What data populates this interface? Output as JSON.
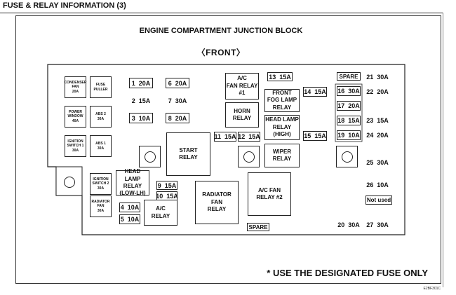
{
  "header": {
    "title": "FUSE & RELAY INFORMATION (3)"
  },
  "diagram": {
    "block_title": "ENGINE COMPARTMENT JUNCTION BLOCK",
    "front_label": "〈FRONT〉",
    "small_labels": {
      "condenser_fan": "CONDENSER\nFAN\n20A",
      "fuse_puller": "FUSE\nPULLER",
      "power_window": "POWER\nWINDOW\n40A",
      "abs2": "ABS 2\n30A",
      "ignition_switch1": "IGNITION\nSWITCH 1\n30A",
      "abs1": "ABS 1\n30A",
      "ignition_switch2": "IGNITION\nSWITCH 2\n30A",
      "radiator_fan_fuse": "RADIATOR\nFAN\n30A"
    },
    "relays": {
      "ac_fan_relay1": "A/C\nFAN RELAY\n#1",
      "front_fog": "FRONT\nFOG LAMP\nRELAY",
      "horn": "HORN\nRELAY",
      "head_lamp_high": "HEAD LAMP\nRELAY\n(HIGH)",
      "start": "START\nRELAY",
      "wiper": "WIPER\nRELAY",
      "head_lamp_low": "HEAD LAMP\nRELAY\n(LOW-LH)",
      "radiator_fan": "RADIATOR\nFAN\nRELAY",
      "ac_fan_relay2": "A/C FAN\nRELAY #2",
      "ac_relay": "A/C\nRELAY"
    },
    "fuses": {
      "f1": "1  20A",
      "f2": "2  15A",
      "f3": "3  10A",
      "f4": "4  10A",
      "f5": "5  10A",
      "f6": "6  20A",
      "f7": "7  30A",
      "f8": "8  20A",
      "f9": "9  15A",
      "f10": "10  15A",
      "f11": "11  15A",
      "f12": "12  15A",
      "f13": "13  15A",
      "f14": "14  15A",
      "f15": "15  15A",
      "f16": "16  30A",
      "f17": "17  20A",
      "f18": "18  15A",
      "f19": "19  10A",
      "f20": "20  30A",
      "f21": "21  30A",
      "f22": "22  20A",
      "f23": "23  15A",
      "f24": "24  20A",
      "f25": "25  30A",
      "f26": "26  10A",
      "f27": "27  30A"
    },
    "spare_top": "SPARE",
    "spare_bottom": "SPARE",
    "not_used": "Not used"
  },
  "footer": {
    "note": "* USE THE DESIGNATED FUSE ONLY",
    "code": "E2BF301C"
  }
}
